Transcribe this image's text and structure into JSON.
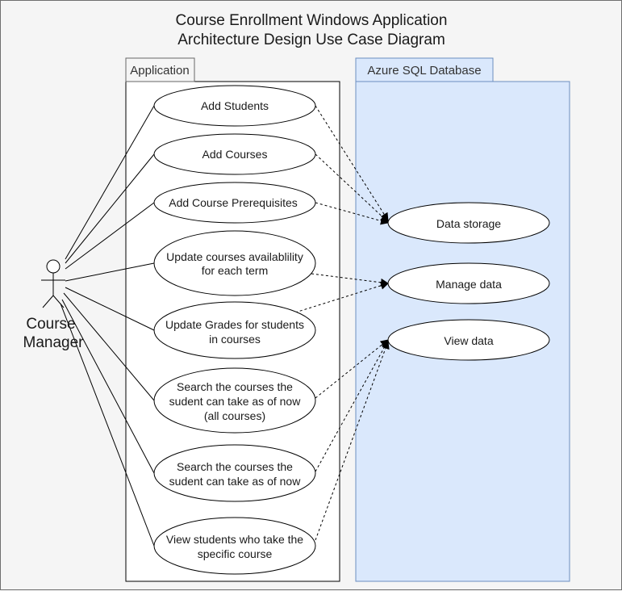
{
  "title": {
    "line1": "Course Enrollment Windows Application",
    "line2": "Architecture Design Use Case Diagram"
  },
  "actor": {
    "line1": "Course",
    "line2": "Manager"
  },
  "application": {
    "label": "Application",
    "use_cases": [
      {
        "lines": [
          "Add Students"
        ]
      },
      {
        "lines": [
          "Add Courses"
        ]
      },
      {
        "lines": [
          "Add Course Prerequisites"
        ]
      },
      {
        "lines": [
          "Update courses availablility",
          "for each term"
        ]
      },
      {
        "lines": [
          "Update Grades for students",
          "in courses"
        ]
      },
      {
        "lines": [
          "Search the courses the",
          "sudent can take as of now",
          "(all courses)"
        ]
      },
      {
        "lines": [
          "Search the courses the",
          "sudent can take as of now"
        ]
      },
      {
        "lines": [
          "View students who take the",
          "specific course"
        ]
      }
    ]
  },
  "database": {
    "label": "Azure SQL Database",
    "use_cases": [
      {
        "lines": [
          "Data storage"
        ]
      },
      {
        "lines": [
          "Manage data"
        ]
      },
      {
        "lines": [
          "View data"
        ]
      }
    ]
  },
  "colors": {
    "db_fill": "#dae8fc",
    "db_stroke": "#6c8ebf",
    "app_fill": "#ffffff",
    "line": "#000000"
  }
}
